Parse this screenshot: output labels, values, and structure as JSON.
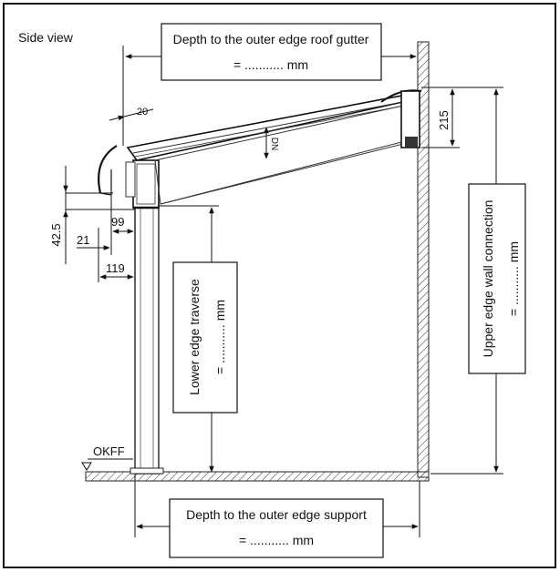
{
  "view_label": "Side view",
  "depth_roof_gutter": {
    "title": "Depth to the outer edge roof gutter",
    "value": "= ........... mm"
  },
  "depth_support": {
    "title": "Depth to the outer edge support",
    "value": "= ........... mm"
  },
  "lower_edge_traverse": {
    "title": "Lower edge traverse",
    "value": "= ........... mm"
  },
  "upper_edge_wall": {
    "title": "Upper edge wall connection",
    "value": "= ........... mm"
  },
  "dims": {
    "d215": "215",
    "d20": "20",
    "dn": "DN",
    "d99": "99",
    "d42_5": "42.5",
    "d21": "21",
    "d119": "119",
    "okff": "OKFF"
  }
}
